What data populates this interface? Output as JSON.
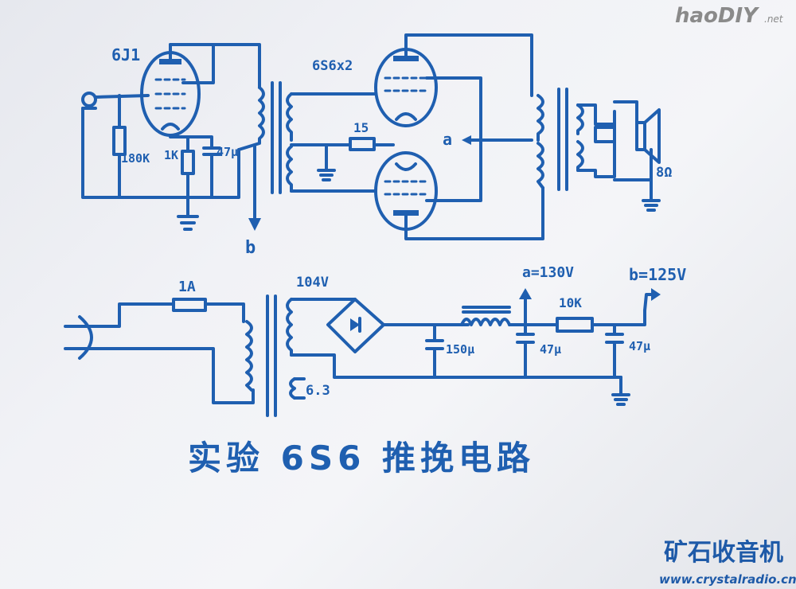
{
  "title": "实验 6S6 推挽电路",
  "watermark": {
    "site": "haoDIY",
    "suffix": ".net"
  },
  "brand": {
    "name": "矿石收音机",
    "url": "www.crystalradio.cn"
  },
  "amplifier": {
    "tube_driver": "6J1",
    "tube_output": "6S6x2",
    "components": {
      "grid_resistor": "180K",
      "cathode_resistor": "1K",
      "cathode_cap": "47μ",
      "bias_resistor": "15"
    },
    "nodes": {
      "a": "a",
      "b": "b"
    },
    "speaker": "8Ω"
  },
  "power_supply": {
    "fuse": "1A",
    "secondary_hv": "104V",
    "heater": "6.3",
    "filter_cap1": "150μ",
    "filter_cap2": "47μ",
    "filter_cap3": "47μ",
    "dropping_resistor": "10K",
    "rail_a": "a=130V",
    "rail_b": "b=125V"
  },
  "colors": {
    "ink": "#1f5fb0",
    "paper": "#f1f2f6"
  }
}
